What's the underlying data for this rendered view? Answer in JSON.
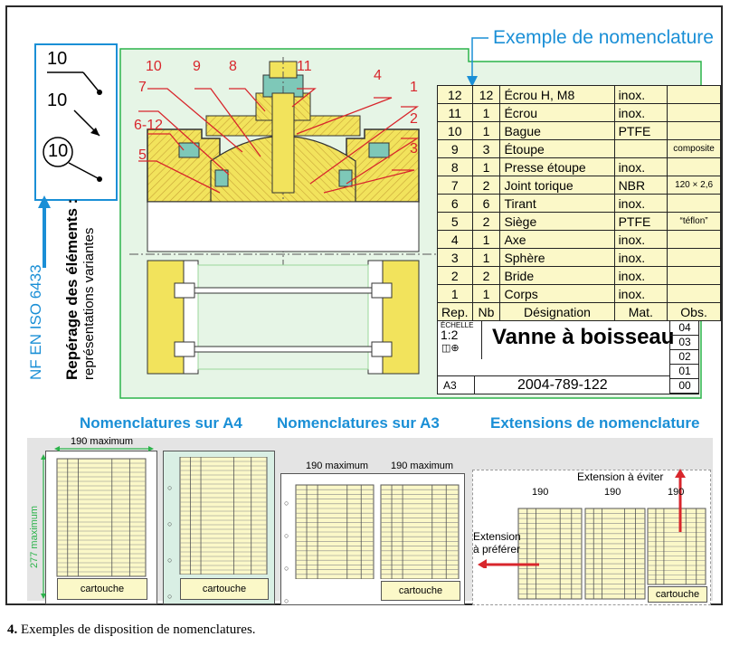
{
  "header_title": "Exemple de nomenclature",
  "side_panel": {
    "refs": [
      "10",
      "10",
      "10"
    ],
    "vertical_blue": "NF EN ISO 6433",
    "vertical_bold": "Repérage des éléments :",
    "vertical_normal": "représentations variantes"
  },
  "drawing_labels": [
    "10",
    "9",
    "8",
    "11",
    "4",
    "1",
    "7",
    "2",
    "6-12",
    "3",
    "5"
  ],
  "nomenclature": {
    "rows": [
      [
        "12",
        "12",
        "Écrou H, M8",
        "inox.",
        ""
      ],
      [
        "11",
        "1",
        "Écrou",
        "inox.",
        ""
      ],
      [
        "10",
        "1",
        "Bague",
        "PTFE",
        ""
      ],
      [
        "9",
        "3",
        "Étoupe",
        "",
        "composite"
      ],
      [
        "8",
        "1",
        "Presse étoupe",
        "inox.",
        ""
      ],
      [
        "7",
        "2",
        "Joint torique",
        "NBR",
        "120 × 2,6"
      ],
      [
        "6",
        "6",
        "Tirant",
        "inox.",
        ""
      ],
      [
        "5",
        "2",
        "Siège",
        "PTFE",
        "“téflon”"
      ],
      [
        "4",
        "1",
        "Axe",
        "inox.",
        ""
      ],
      [
        "3",
        "1",
        "Sphère",
        "inox.",
        ""
      ],
      [
        "2",
        "2",
        "Bride",
        "inox.",
        ""
      ],
      [
        "1",
        "1",
        "Corps",
        "inox.",
        ""
      ]
    ],
    "headers": [
      "Rep.",
      "Nb",
      "Désignation",
      "Mat.",
      "Obs."
    ],
    "scale_label": "ÉCHELLE",
    "scale_value": "1:2",
    "title": "Vanne à boisseau",
    "revisions": [
      "04",
      "03",
      "02",
      "01",
      "00"
    ],
    "format": "A3",
    "drawing_number": "2004-789-122"
  },
  "sections": {
    "a4_title": "Nomenclatures sur A4",
    "a3_title": "Nomenclatures sur A3",
    "ext_title": "Extensions de nomenclature",
    "a4_width": "190 maximum",
    "a4_height": "277 maximum",
    "a3_width_1": "190 maximum",
    "a3_width_2": "190 maximum",
    "cartouche": "cartouche",
    "ext_avoid": "Extension à éviter",
    "ext_prefer": "Extension à préférer",
    "ext_widths": [
      "190",
      "190",
      "190"
    ]
  },
  "caption_num": "4.",
  "caption_text": " Exemples de disposition de nomenclatures.",
  "colors": {
    "blue": "#1a8fd6",
    "yellow": "#f2e35c",
    "red": "#d8262c",
    "green": "#2bb34a",
    "cream": "#fbf8c8",
    "grey": "#e4e4e4"
  }
}
